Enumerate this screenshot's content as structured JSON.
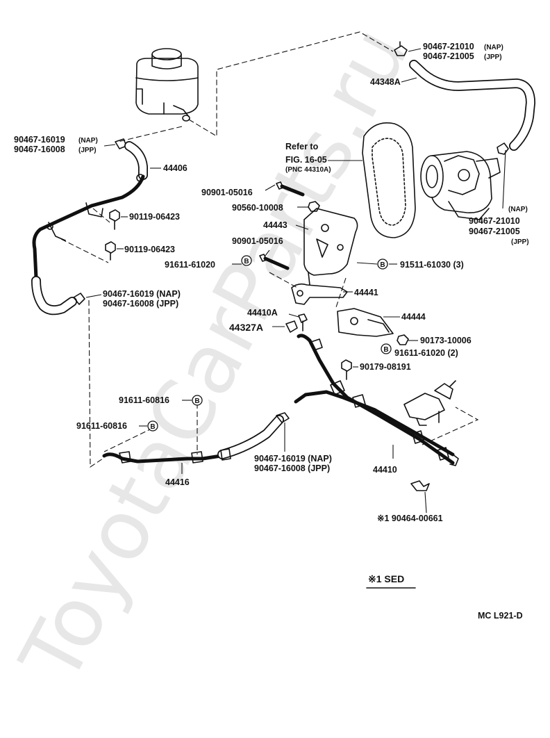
{
  "watermark": "ToyotaCarParts.ru",
  "refer": {
    "line1": "Refer to",
    "line2": "FIG. 16-05",
    "line3": "(PNC 44310A)"
  },
  "labels": {
    "p_90467_21010_top": "90467-21010",
    "p_nap_top": "(NAP)",
    "p_90467_21005_top": "90467-21005",
    "p_jpp_top": "(JPP)",
    "p_44348A": "44348A",
    "p_90467_16019_a": "90467-16019",
    "p_nap_a": "(NAP)",
    "p_90467_16008_a": "90467-16008",
    "p_jpp_a": "(JPP)",
    "p_44406": "44406",
    "p_90901_05016_a": "90901-05016",
    "p_90560_10008": "90560-10008",
    "p_44443": "44443",
    "p_90901_05016_b": "90901-05016",
    "p_91611_61020_a": "91611-61020",
    "p_90119_06423_a": "90119-06423",
    "p_90119_06423_b": "90119-06423",
    "p_nap_r": "(NAP)",
    "p_90467_21010_r": "90467-21010",
    "p_90467_21005_r": "90467-21005",
    "p_jpp_r": "(JPP)",
    "p_91511_61030": "91511-61030 (3)",
    "p_44441": "44441",
    "p_90467_16019_b": "90467-16019 (NAP)",
    "p_90467_16008_b": "90467-16008 (JPP)",
    "p_44410A": "44410A",
    "p_44444": "44444",
    "p_44327A": "44327A",
    "p_90173_10006": "90173-10006",
    "p_91611_61020_b": "91611-61020 (2)",
    "p_90179_08191": "90179-08191",
    "p_91611_60816_a": "91611-60816",
    "p_91611_60816_b": "91611-60816",
    "p_90467_16019_c": "90467-16019 (NAP)",
    "p_90467_16008_c": "90467-16008 (JPP)",
    "p_44410": "44410",
    "p_44416": "44416",
    "p_90464_00661": "※1 90464-00661"
  },
  "bolt_symbol": "B",
  "footnote": "※1 SED",
  "figure_code": "MC  L921-D"
}
